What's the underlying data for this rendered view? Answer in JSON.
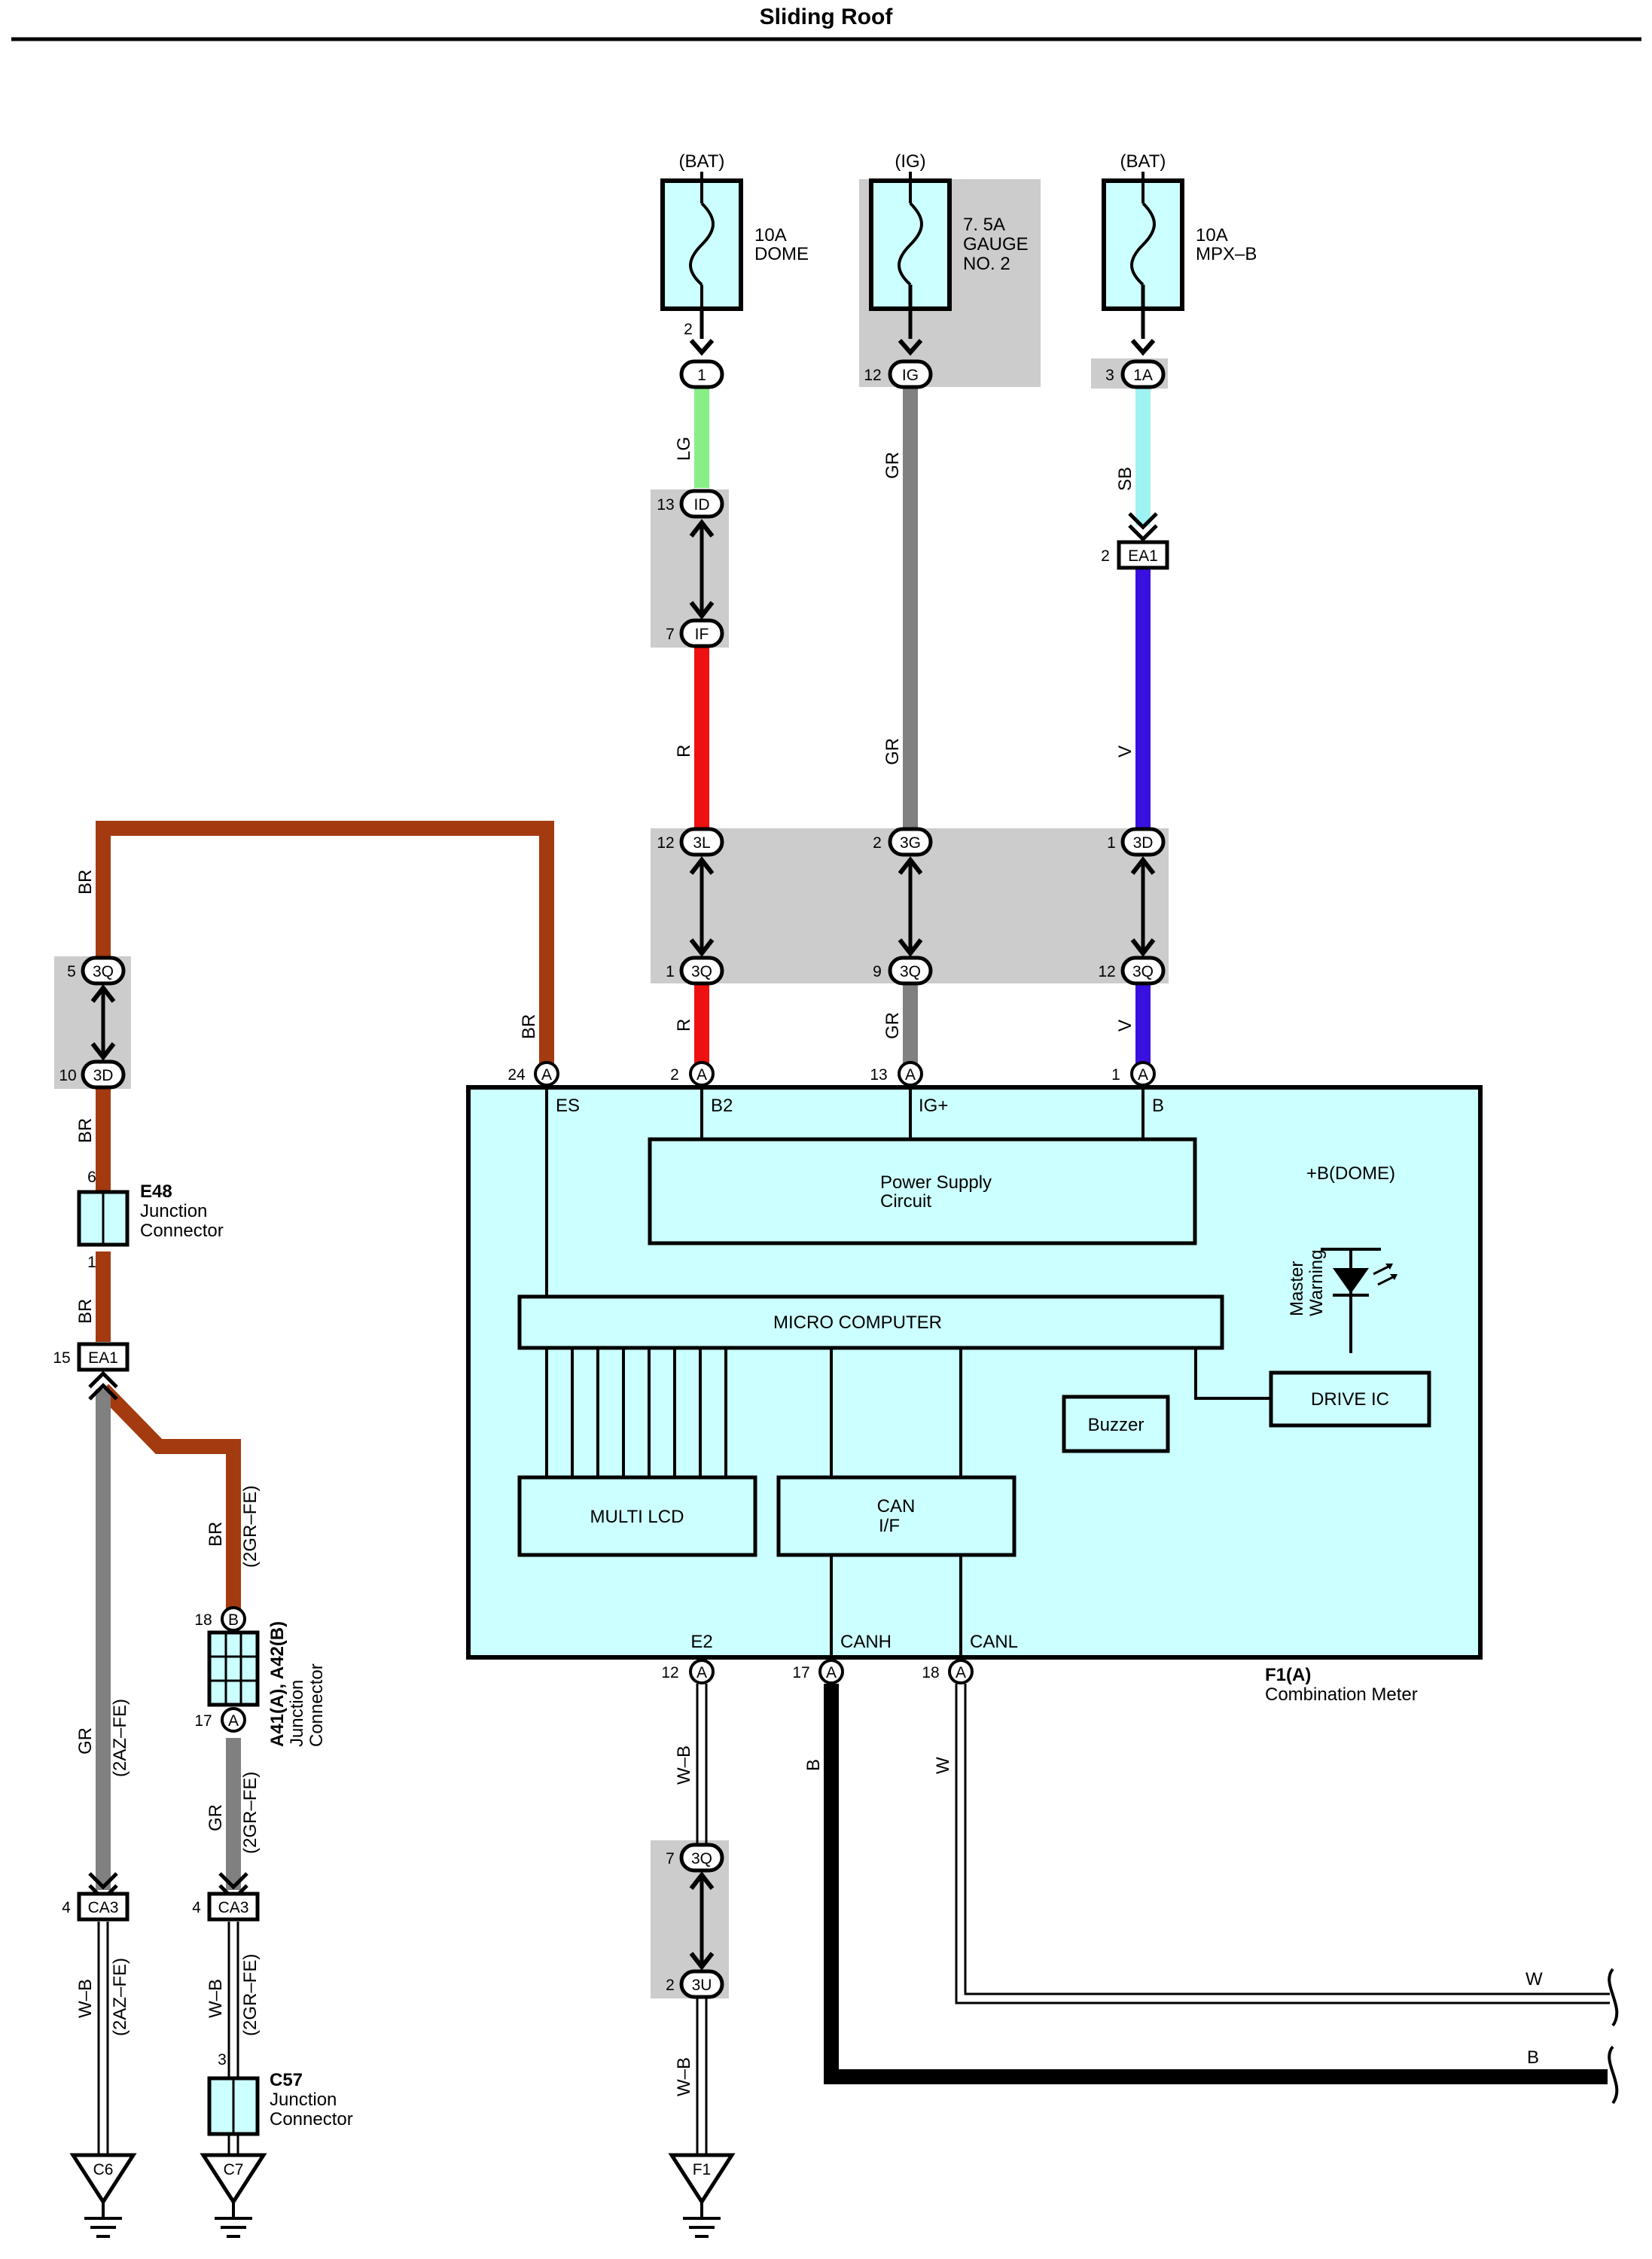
{
  "title": "Sliding Roof",
  "fuses": [
    {
      "source": "(BAT)",
      "rating": "10A",
      "name": "DOME",
      "name2": ""
    },
    {
      "source": "(IG)",
      "rating": "7. 5A",
      "name": "GAUGE",
      "name2": "NO. 2"
    },
    {
      "source": "(BAT)",
      "rating": "10A",
      "name": "MPX–B",
      "name2": ""
    }
  ],
  "connectors": {
    "c1": "1",
    "ig": "IG",
    "c1a": "1A",
    "ea1": "EA1",
    "id": "ID",
    "if": "IF",
    "c3l": "3L",
    "c3g": "3G",
    "c3d": "3D",
    "c3q": "3Q",
    "a": "A",
    "b": "B",
    "c3u": "3U",
    "ca3": "CA3",
    "c6": "C6",
    "c7": "C7",
    "f1": "F1"
  },
  "pins": {
    "p2": "2",
    "p12": "12",
    "p3": "3",
    "p13": "13",
    "p7": "7",
    "p1": "1",
    "p9": "9",
    "p5": "5",
    "p10": "10",
    "p24": "24",
    "p6": "6",
    "p15": "15",
    "p18": "18",
    "p17": "17",
    "p4": "4"
  },
  "wire_colors": {
    "LG": "LG",
    "GR": "GR",
    "SB": "SB",
    "R": "R",
    "V": "V",
    "BR": "BR",
    "W_B": "W–B",
    "B": "B",
    "W": "W"
  },
  "variants": {
    "gr_fe": "(2GR–FE)",
    "az_fe": "(2AZ–FE)"
  },
  "meter": {
    "terminals": {
      "es": "ES",
      "b2": "B2",
      "ig_plus": "IG+",
      "b": "B",
      "e2": "E2",
      "canh": "CANH",
      "canl": "CANL"
    },
    "power_supply": "Power Supply",
    "circuit": "Circuit",
    "micro_computer": "MICRO COMPUTER",
    "dome_supply": "+B(DOME)",
    "master": "Master",
    "warning": "Warning",
    "drive_ic": "DRIVE IC",
    "buzzer": "Buzzer",
    "multi_lcd": "MULTI LCD",
    "can": "CAN",
    "can_if": "I/F",
    "id": "F1(A)",
    "name": "Combination Meter"
  },
  "junctions": {
    "e48_id": "E48",
    "a41_id": "A41(A), A42(B)",
    "c57_id": "C57",
    "junction": "Junction",
    "connector": "Connector"
  },
  "colors": {
    "LG": "#88ee88",
    "GR": "#808080",
    "SB": "#9ef2f2",
    "R": "#ee1111",
    "V": "#3a10e0",
    "BR": "#a33a10",
    "B": "#000000",
    "W": "#ffffff",
    "fill": "#ccffff",
    "shade": "#cccccc"
  }
}
